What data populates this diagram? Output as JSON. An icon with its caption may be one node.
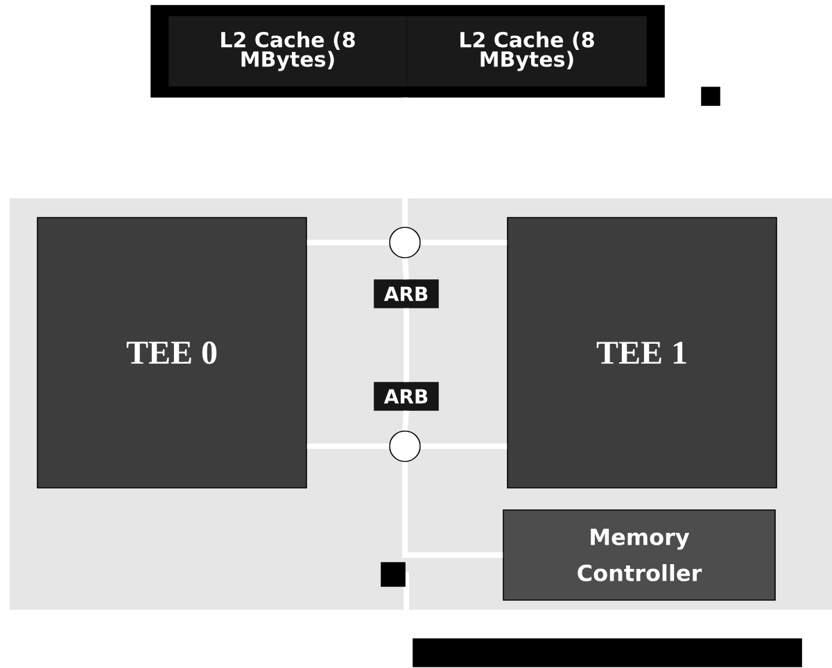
{
  "diagram": {
    "nodes": [
      {
        "text": [],
        "shape": "box"
      },
      {
        "text": [
          "L2 Cache (8 MBytes)"
        ],
        "in": 0
      },
      {
        "text": [
          "L2 Cache (8 MBytes)"
        ],
        "in": 0
      },
      {
        "text": [
          "TEE 0"
        ]
      },
      {
        "text": [],
        "shape": "circle"
      },
      {
        "text": [
          "ARB"
        ]
      },
      {
        "text": [
          "ARB"
        ]
      },
      {
        "text": [],
        "shape": "circle"
      },
      {
        "text": [
          "TEE 1"
        ]
      },
      {
        "text": [
          "Memory Controller"
        ]
      },
      {
        "text": [],
        "shape": "box"
      },
      {
        "text": [],
        "shape": "box"
      },
      {
        "text": [],
        "shape": "bar"
      }
    ],
    "edges": [
      {
        "from": 0,
        "to": 4,
        "arrow": "none"
      },
      {
        "from": 3,
        "to": 4,
        "arrow": "none"
      },
      {
        "from": 4,
        "to": 8,
        "arrow": "none"
      },
      {
        "from": 4,
        "to": 5,
        "arrow": "none"
      },
      {
        "from": 5,
        "to": 6,
        "arrow": "none"
      },
      {
        "from": 6,
        "to": 7,
        "arrow": "none"
      },
      {
        "from": 3,
        "to": 7,
        "arrow": "none"
      },
      {
        "from": 7,
        "to": 8,
        "arrow": "none"
      },
      {
        "from": 7,
        "to": 9,
        "arrow": "none"
      }
    ]
  }
}
